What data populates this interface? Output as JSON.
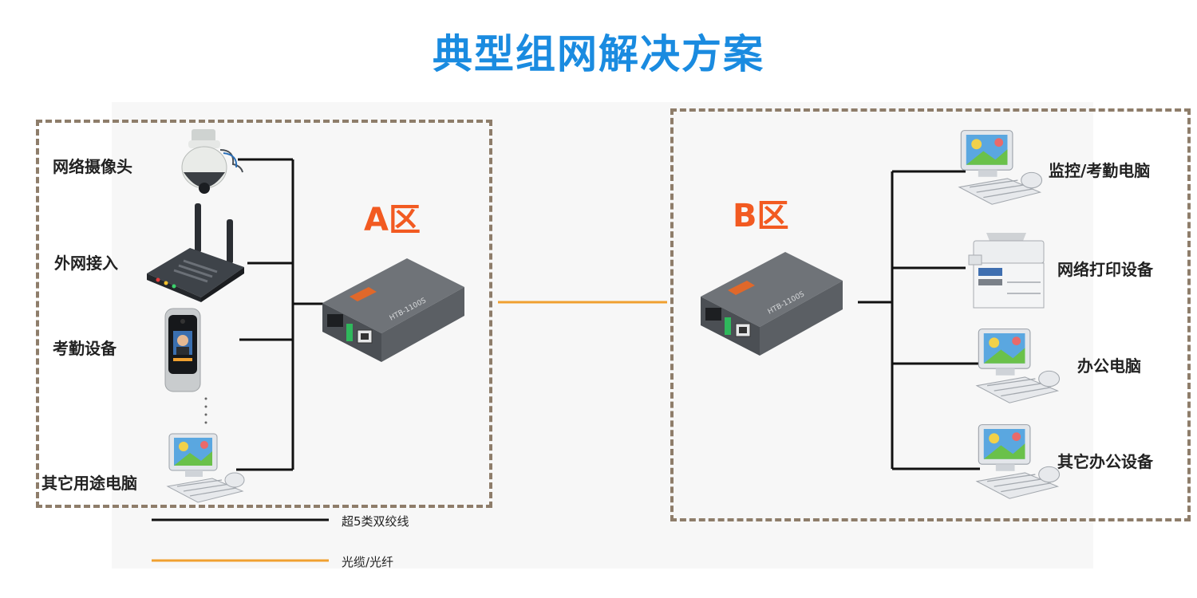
{
  "title": "典型组网解决方案",
  "zone_a": {
    "label": "A区",
    "devices": [
      "网络摄像头",
      "外网接入",
      "考勤设备",
      "其它用途电脑"
    ]
  },
  "zone_b": {
    "label": "B区",
    "devices": [
      "监控/考勤电脑",
      "网络打印设备",
      "办公电脑",
      "其它办公设备"
    ]
  },
  "converter_model": "HTB-1100S",
  "legend": [
    {
      "label": "超5类双绞线",
      "color": "#111111"
    },
    {
      "label": "光缆/光纤",
      "color": "#f0a030"
    }
  ],
  "colors": {
    "title": "#1a8be0",
    "zone_label": "#f25a21",
    "zone_border": "#8e7d6a",
    "fiber": "#f0a030",
    "cable": "#111111"
  },
  "icons": [
    "ptz-camera-icon",
    "wifi-router-icon",
    "attendance-terminal-icon",
    "desktop-computer-icon",
    "media-converter-icon",
    "printer-icon"
  ]
}
